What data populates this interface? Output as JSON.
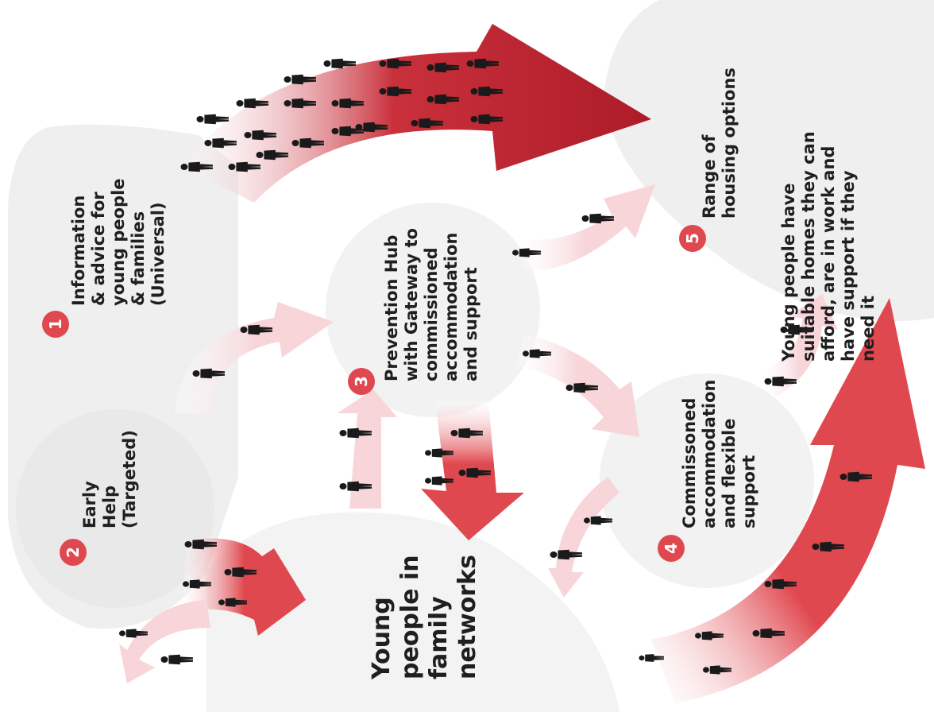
{
  "colors": {
    "accent_red": "#b51f2b",
    "arrow_red": "#e0484f",
    "arrow_pink": "#f6d4d8",
    "bubble_grey": "#efefef",
    "badge_red": "#e0484f",
    "silhouette": "#1a1a1a"
  },
  "stages": [
    {
      "id": "stage-1",
      "number": "1",
      "lines": [
        "Information",
        "& advice for",
        "young people",
        "& families",
        "(Universal)"
      ]
    },
    {
      "id": "stage-2",
      "number": "2",
      "lines": [
        "Early",
        "Help",
        "",
        "(Targeted)"
      ]
    },
    {
      "id": "stage-3",
      "number": "3",
      "lines": [
        "Prevention Hub",
        "with Gateway to",
        "commissioned",
        "accommodation",
        "and support"
      ]
    },
    {
      "id": "stage-4",
      "number": "4",
      "lines": [
        "Commissoned",
        "accommodation",
        "and flexible",
        "support"
      ]
    },
    {
      "id": "stage-5",
      "number": "5",
      "lines": [
        "Range of",
        "housing options"
      ]
    }
  ],
  "outcome": {
    "lines": [
      "Young people have",
      "suitable homes they can",
      "afford, are in work and",
      "have support if they",
      "need it"
    ]
  },
  "centre": {
    "lines": [
      "Young",
      "people in",
      "family",
      "networks"
    ]
  },
  "icons": {
    "person": "person-silhouette-icon"
  }
}
